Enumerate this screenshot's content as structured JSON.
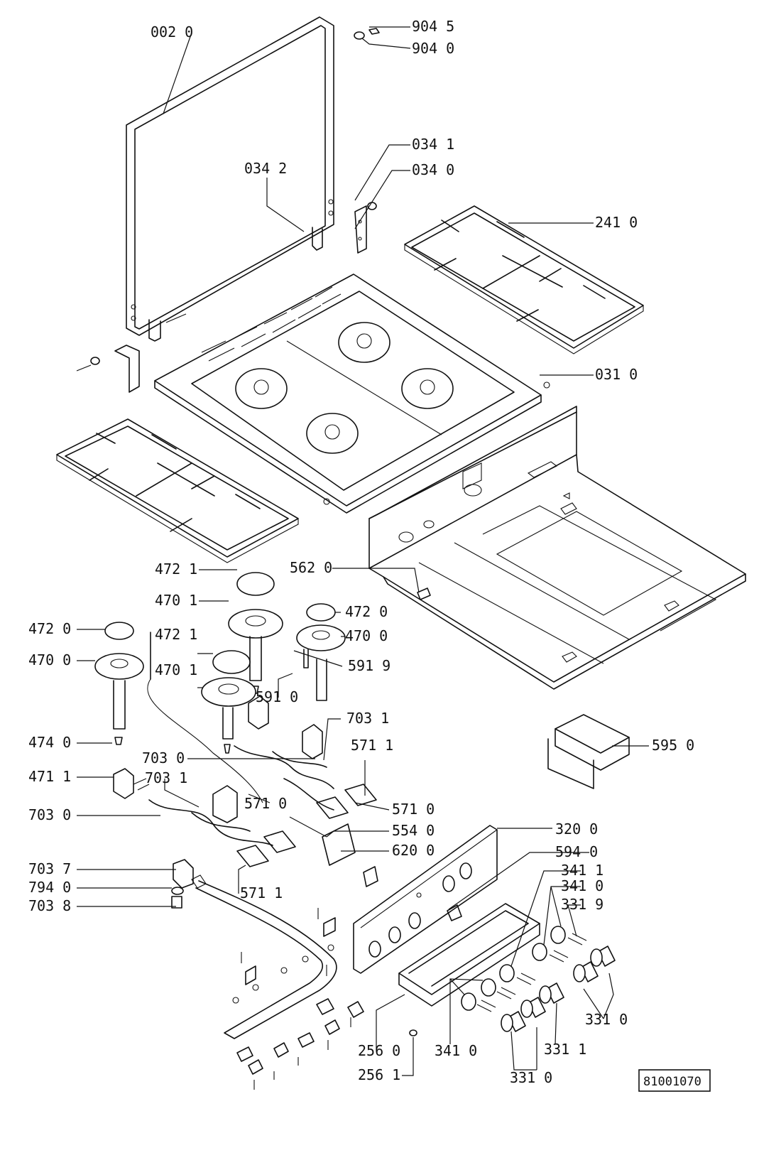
{
  "labels": {
    "l0020": "002 0",
    "l9045": "904 5",
    "l9040": "904 0",
    "l0341": "034 1",
    "l0342": "034 2",
    "l0340": "034 0",
    "l2410": "241 0",
    "l0310": "031 0",
    "l5620": "562 0",
    "l4721a": "472 1",
    "l4701a": "470 1",
    "l4720a": "472 0",
    "l4700a": "470 0",
    "l4720b": "472 0",
    "l4721b": "472 1",
    "l4700b": "470 0",
    "l5919": "591 9",
    "l5910": "591 0",
    "l4701b": "470 1",
    "l4740": "474 0",
    "l7031a": "703 1",
    "l5711a": "571 1",
    "l5950": "595 0",
    "l4711": "471 1",
    "l7030a": "703 0",
    "l7031b": "703 1",
    "l5710a": "571 0",
    "l5710b": "571 0",
    "l7030b": "703 0",
    "l5540": "554 0",
    "l3200": "320 0",
    "l6200": "620 0",
    "l5940": "594 0",
    "l7037": "703 7",
    "l3411": "341 1",
    "l7940": "794 0",
    "l5711b": "571 1",
    "l3410a": "341 0",
    "l7038": "703 8",
    "l3319": "331 9",
    "l3310a": "331 0",
    "l2560": "256 0",
    "l3311": "331 1",
    "l3410b": "341 0",
    "l2561": "256 1",
    "l3310b": "331 0"
  },
  "doc_number": "81001070"
}
